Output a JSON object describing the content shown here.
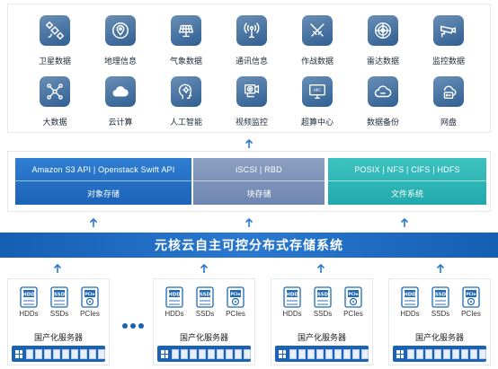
{
  "applications": [
    {
      "label": "卫星数据",
      "icon": "satellite-icon"
    },
    {
      "label": "地理信息",
      "icon": "map-pin-icon"
    },
    {
      "label": "气象数据",
      "icon": "solar-panel-icon"
    },
    {
      "label": "通讯信息",
      "icon": "antenna-icon"
    },
    {
      "label": "作战数据",
      "icon": "crossed-swords-icon"
    },
    {
      "label": "雷达数据",
      "icon": "radar-icon"
    },
    {
      "label": "监控数据",
      "icon": "cctv-camera-icon"
    },
    {
      "label": "大数据",
      "icon": "network-nodes-icon"
    },
    {
      "label": "云计算",
      "icon": "cloud-icon"
    },
    {
      "label": "人工智能",
      "icon": "ai-head-icon"
    },
    {
      "label": "视频监控",
      "icon": "video-camera-icon"
    },
    {
      "label": "超算中心",
      "icon": "supercomputer-icon"
    },
    {
      "label": "数据备份",
      "icon": "cloud-backup-icon"
    },
    {
      "label": "网盘",
      "icon": "cloud-drive-icon"
    }
  ],
  "storage_services": {
    "object": {
      "protocols": "Amazon S3 API  |  Openstack Swift API",
      "name": "对象存储"
    },
    "block": {
      "protocols": "iSCSI  |  RBD",
      "name": "块存储"
    },
    "file": {
      "protocols": "POSIX  |  NFS  |  CIFS  |  HDFS",
      "name": "文件系统"
    }
  },
  "system_banner": "元核云自主可控分布式存储系统",
  "servers": [
    {
      "label": "国产化服务器",
      "devices": [
        "HDDs",
        "SSDs",
        "PCIes"
      ],
      "device_codes": [
        "HDD",
        "SSD",
        "PCIe"
      ]
    },
    {
      "label": "国产化服务器",
      "devices": [
        "HDDs",
        "SSDs",
        "PCIes"
      ],
      "device_codes": [
        "HDD",
        "SSD",
        "PCIe"
      ]
    },
    {
      "label": "国产化服务器",
      "devices": [
        "HDDs",
        "SSDs",
        "PCIes"
      ],
      "device_codes": [
        "HDD",
        "SSD",
        "PCIe"
      ]
    },
    {
      "label": "国产化服务器",
      "devices": [
        "HDDs",
        "SSDs",
        "PCIes"
      ],
      "device_codes": [
        "HDD",
        "SSD",
        "PCIe"
      ]
    }
  ],
  "colors": {
    "icon_tile": "#2f5f93",
    "object_storage": "#1c63b8",
    "block_storage": "#6f86b1",
    "file_system": "#22a9ad",
    "banner": "#155fb3",
    "arrow": "#2a78d0"
  }
}
